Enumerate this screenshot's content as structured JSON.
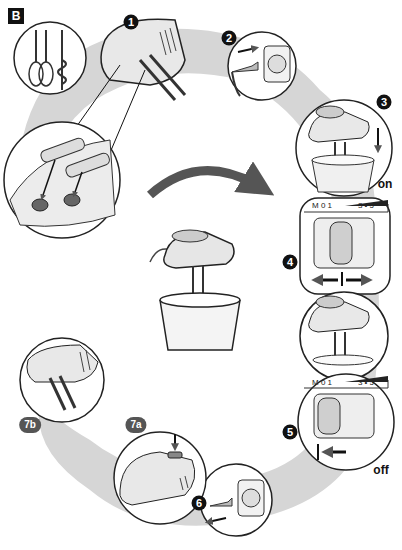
{
  "diagram": {
    "labels": [
      "B",
      "1",
      "2",
      "3",
      "4",
      "on",
      "M 0 1",
      "3 • 5",
      "5",
      "off",
      "M 0 1",
      "3 • 5",
      "6",
      "7a",
      "7b"
    ]
  }
}
